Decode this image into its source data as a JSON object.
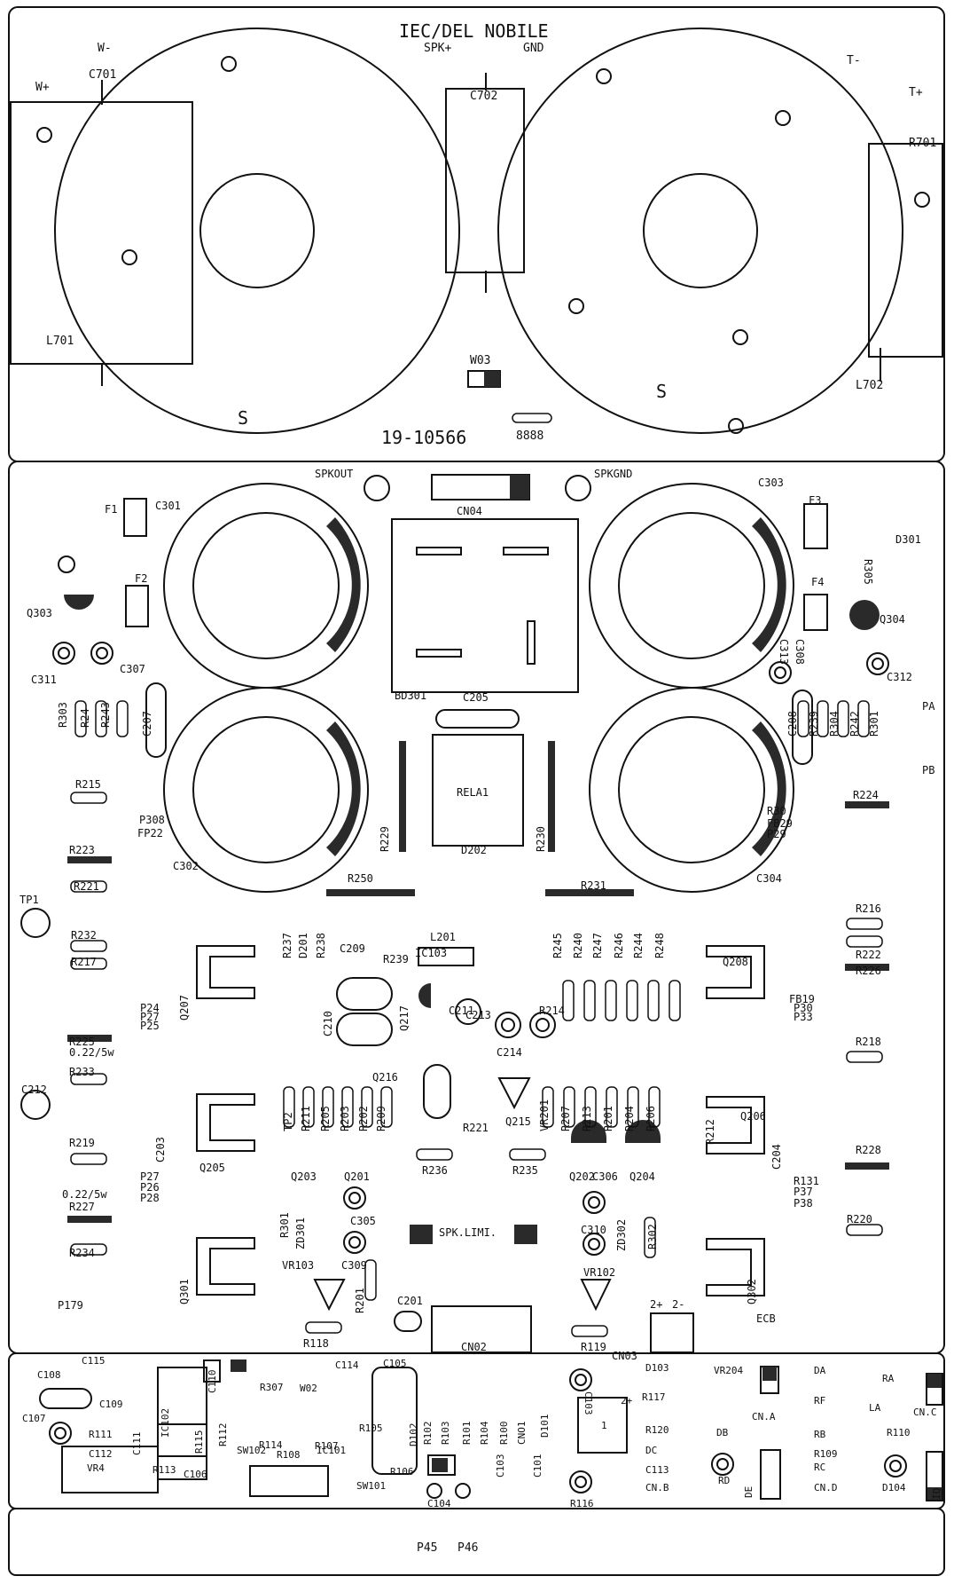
{
  "title": "IEC/DEL NOBILE",
  "part_number": "19-10566",
  "date_code": "8888",
  "colors": {
    "paper": "#ffffff",
    "ink": "#111111",
    "fill": "#2a2a2a",
    "grey": "#777777"
  },
  "section1": {
    "labels": [
      "W-",
      "W+",
      "C701",
      "SPK+",
      "GND",
      "C702",
      "T-",
      "T+",
      "R701",
      "L701",
      "L702",
      "W03",
      "S",
      "S"
    ]
  },
  "section2": {
    "labels": [
      "SPKOUT",
      "SPKGND",
      "CN04",
      "C303",
      "F1",
      "C301",
      "F3",
      "D301",
      "R305",
      "F2",
      "F4",
      "Q303",
      "Q304",
      "C311",
      "C307",
      "C313",
      "C308",
      "C312",
      "BD301",
      "C205",
      "PA",
      "PB",
      "R303",
      "R24",
      "R243",
      "C207",
      "C208",
      "R239",
      "R304",
      "R242",
      "R301",
      "R215",
      "R229",
      "RELA1",
      "R230",
      "R224",
      "P308",
      "FP22",
      "C302",
      "R30",
      "FB29",
      "P29",
      "C304",
      "R223",
      "D202",
      "R221",
      "R250",
      "R231",
      "TP1",
      "L201",
      "R216",
      "R232",
      "R222",
      "R217",
      "R237",
      "D201",
      "R238",
      "C209",
      "R239",
      "IC103",
      "R245",
      "R240",
      "R247",
      "R246",
      "R244",
      "R248",
      "Q208",
      "R226",
      "Q207",
      "P24",
      "P27",
      "P25",
      "C210",
      "Q217",
      "C211",
      "C213",
      "R214",
      "FB19",
      "P30",
      "P33",
      "R225",
      "0.22/5w",
      "C214",
      "R218",
      "R233",
      "Q216",
      "C212",
      "TP2",
      "R211",
      "R205",
      "R203",
      "R202",
      "R209",
      "R221",
      "Q215",
      "VR201",
      "R207",
      "R213",
      "R201",
      "R204",
      "R206",
      "R212",
      "C203",
      "R219",
      "Q206",
      "C204",
      "Q205",
      "Q203",
      "Q201",
      "R236",
      "R235",
      "Q202",
      "C306",
      "Q204",
      "R228",
      "P27",
      "P26",
      "P28",
      "C305",
      "R301",
      "ZD301",
      "ZD302",
      "C310",
      "R302",
      "R131",
      "P37",
      "P38",
      "0.22/5w",
      "R227",
      "R220",
      "R234",
      "VR103",
      "SPK.LIMI.",
      "VR102",
      "C309",
      "Q301",
      "Q302",
      "ECB",
      "P179",
      "R201",
      "C201",
      "R118",
      "CN02",
      "R119",
      "2+",
      "2-",
      "CN03"
    ]
  },
  "section3": {
    "labels": [
      "C108",
      "C115",
      "C110",
      "R307",
      "W02",
      "C114",
      "C105",
      "D103",
      "VR204",
      "DA",
      "RA",
      "C109",
      "IC102",
      "C103",
      "R117",
      "CN.A",
      "RF",
      "LA",
      "CN.C",
      "C107",
      "R111",
      "R112",
      "R114",
      "R107",
      "R105",
      "R102",
      "R103",
      "R101",
      "R104",
      "R100",
      "CNO1",
      "D101",
      "R120",
      "DB",
      "RB",
      "R110",
      "C112",
      "C111",
      "R115",
      "SW102",
      "R108",
      "IC101",
      "D102",
      "DC",
      "R109",
      "VR4",
      "R113",
      "C106",
      "R106",
      "SW101",
      "C104",
      "C103",
      "C101",
      "R116",
      "C113",
      "RD",
      "RC",
      "D104",
      "CN.B",
      "DE",
      "CN.D",
      "IQ",
      "1",
      "2+"
    ]
  },
  "footer": {
    "labels": [
      "P45",
      "P46"
    ]
  }
}
